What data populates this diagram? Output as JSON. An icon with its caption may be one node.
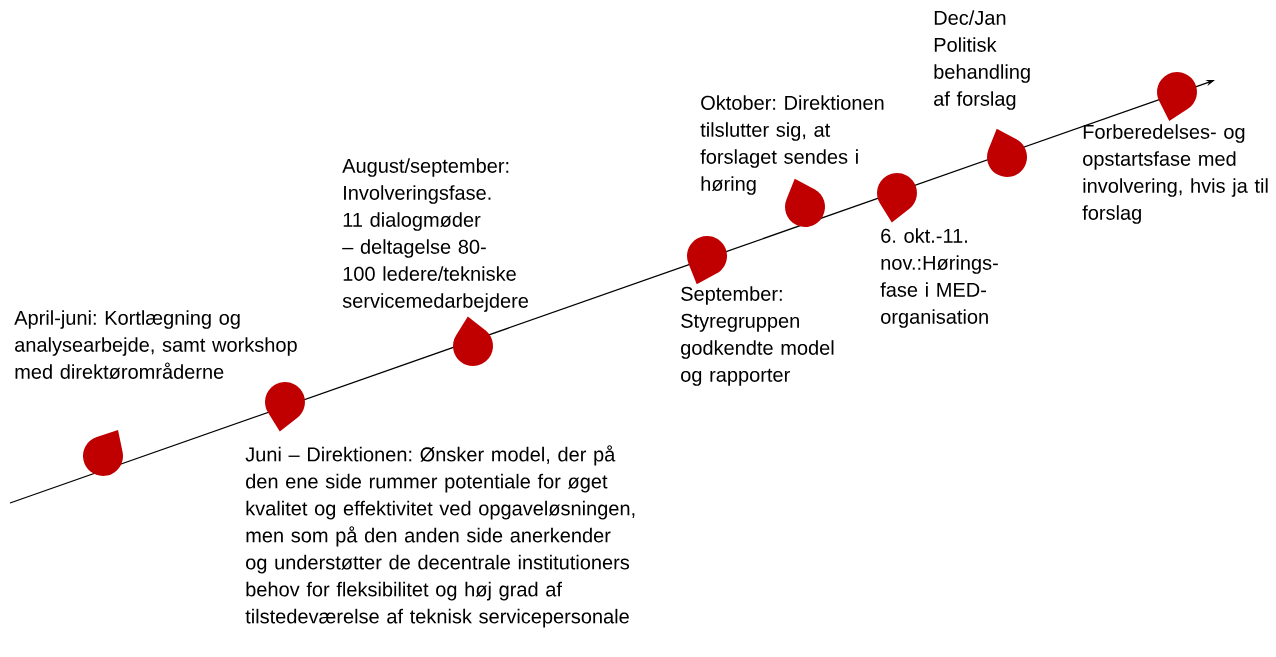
{
  "diagram": {
    "labels": [
      "April-juni: Kortlægning og analysearbejde, samt workshop med direktørområderne",
      "Juni – Direktionen: Ønsker model, der på den ene side rummer potentiale for øget kvalitet og effektivitet ved opgaveløsningen, men som på den anden side anerkender og understøtter de decentrale institutioners behov for fleksibilitet og høj grad af tilstedeværelse af teknisk servicepersonale",
      "August/september: Involveringsfase. 11 dialogmøder – deltagelse 80-100 ledere/tekniske servicemedarbejdere",
      "September: Styregruppen godkendte model og rapporter",
      "Oktober: Direktionen tilslutter sig, at forslaget sendes i høring",
      "6. okt.-11. nov.:Hørings- fase i MED- organisation",
      "Dec/Jan Politisk behandling af forslag",
      "Forberedelses- og opstartsfase med involvering, hvis ja til forslag"
    ]
  }
}
